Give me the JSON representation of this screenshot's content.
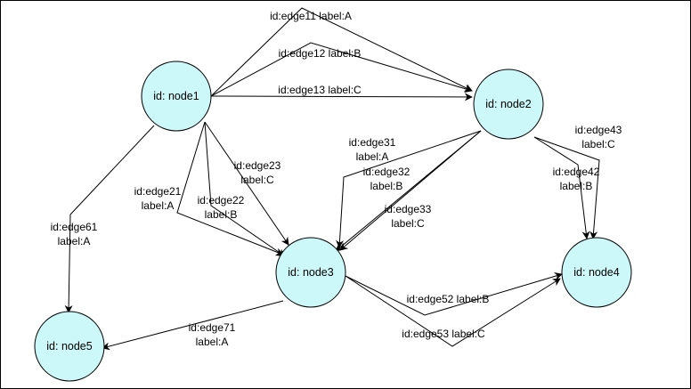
{
  "colors": {
    "node_fill": "#ccf8fa",
    "stroke": "#000000"
  },
  "nodes": [
    {
      "id": "node1",
      "label": "id: node1"
    },
    {
      "id": "node2",
      "label": "id: node2"
    },
    {
      "id": "node3",
      "label": "id: node3"
    },
    {
      "id": "node4",
      "label": "id: node4"
    },
    {
      "id": "node5",
      "label": "id: node5"
    }
  ],
  "edges": [
    {
      "id": "edge11",
      "from": "node1",
      "to": "node2",
      "label_lines": [
        "id:edge11 label:A"
      ]
    },
    {
      "id": "edge12",
      "from": "node1",
      "to": "node2",
      "label_lines": [
        "id:edge12 label:B"
      ]
    },
    {
      "id": "edge13",
      "from": "node1",
      "to": "node2",
      "label_lines": [
        "id:edge13 label:C"
      ]
    },
    {
      "id": "edge21",
      "from": "node1",
      "to": "node3",
      "label_lines": [
        "id:edge21",
        "label:A"
      ]
    },
    {
      "id": "edge22",
      "from": "node1",
      "to": "node3",
      "label_lines": [
        "id:edge22",
        "label:B"
      ]
    },
    {
      "id": "edge23",
      "from": "node1",
      "to": "node3",
      "label_lines": [
        "id:edge23",
        "label:C"
      ]
    },
    {
      "id": "edge31",
      "from": "node2",
      "to": "node3",
      "label_lines": [
        "id:edge31",
        "label:A"
      ]
    },
    {
      "id": "edge32",
      "from": "node2",
      "to": "node3",
      "label_lines": [
        "id:edge32",
        "label:B"
      ]
    },
    {
      "id": "edge33",
      "from": "node2",
      "to": "node3",
      "label_lines": [
        "id:edge33",
        "label:C"
      ]
    },
    {
      "id": "edge42",
      "from": "node2",
      "to": "node4",
      "label_lines": [
        "id:edge42",
        "label:B"
      ]
    },
    {
      "id": "edge43",
      "from": "node2",
      "to": "node4",
      "label_lines": [
        "id:edge43",
        "label:C"
      ]
    },
    {
      "id": "edge52",
      "from": "node3",
      "to": "node4",
      "label_lines": [
        "id:edge52 label:B"
      ]
    },
    {
      "id": "edge53",
      "from": "node3",
      "to": "node4",
      "label_lines": [
        "id:edge53 label:C"
      ]
    },
    {
      "id": "edge61",
      "from": "node1",
      "to": "node5",
      "label_lines": [
        "id:edge61",
        "label:A"
      ]
    },
    {
      "id": "edge71",
      "from": "node3",
      "to": "node5",
      "label_lines": [
        "id:edge71",
        "label:A"
      ]
    }
  ]
}
